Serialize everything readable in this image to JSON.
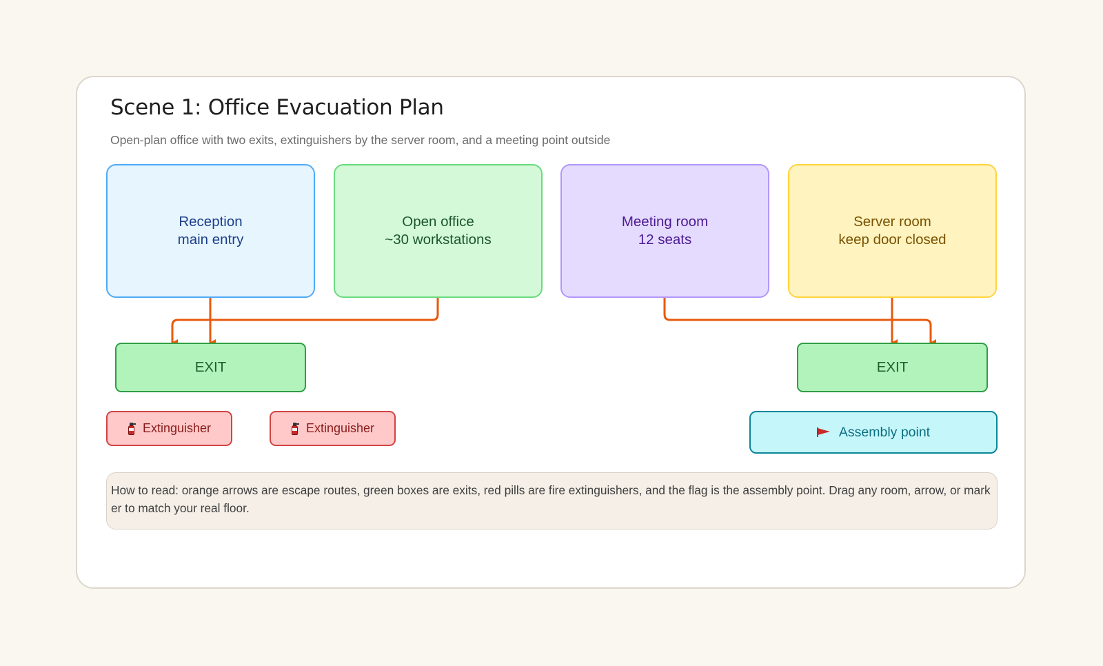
{
  "title": "Scene 1: Office Evacuation Plan",
  "subtitle": "Open-plan office with two exits, extinguishers by the server room, and a meeting point outside",
  "rooms": [
    {
      "line1": "Reception",
      "line2": "main entry",
      "fill": "#e7f5ff",
      "stroke": "#4dabf7",
      "text": "#1c3f8a"
    },
    {
      "line1": "Open office",
      "line2": "~30 workstations",
      "fill": "#d3f9d8",
      "stroke": "#69db7c",
      "text": "#1e5631"
    },
    {
      "line1": "Meeting room",
      "line2": "12 seats",
      "fill": "#e5dbff",
      "stroke": "#b197fc",
      "text": "#4b1a93"
    },
    {
      "line1": "Server room",
      "line2": "keep door closed",
      "fill": "#fff3bf",
      "stroke": "#ffd43b",
      "text": "#7a5200"
    }
  ],
  "exits": [
    {
      "label": "EXIT"
    },
    {
      "label": "EXIT"
    }
  ],
  "extinguishers": [
    {
      "label": "Extinguisher",
      "icon": "fire-extinguisher-icon"
    },
    {
      "label": "Extinguisher",
      "icon": "fire-extinguisher-icon"
    }
  ],
  "assembly_point": {
    "label": "Assembly point",
    "icon": "red-flag-icon"
  },
  "note": "How to read: orange arrows are escape routes, green boxes are exits, red pills are fire extinguishers, and the flag is the assembly point. Drag any room, arrow, or marker to match your real floor.",
  "colors": {
    "route_arrow": "#e8590c",
    "exit_fill": "#b2f2bb",
    "exit_stroke": "#2f9e44",
    "extinguisher_fill": "#ffc9c9",
    "extinguisher_stroke": "#d14343",
    "assembly_fill": "#c5f6fa",
    "assembly_stroke": "#0c8599"
  }
}
